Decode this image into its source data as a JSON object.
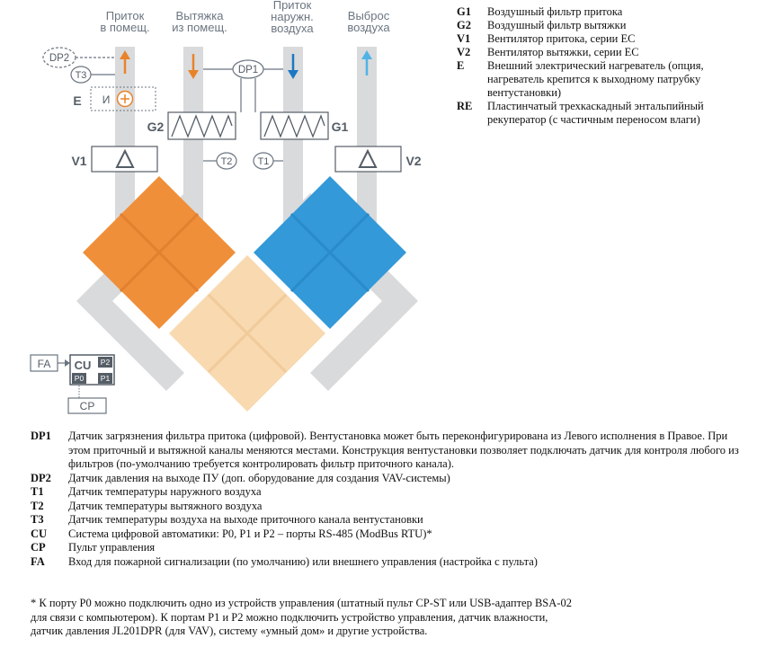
{
  "columns": {
    "supply_room": "Приток\nв помещ.",
    "exhaust_room": "Вытяжка\nиз помещ.",
    "outdoor_supply": "Приток\nнаружн.\nвоздуха",
    "discharge": "Выброс\nвоздуха"
  },
  "diagram_labels": {
    "dp2": "DP2",
    "dp1": "DP1",
    "t3": "T3",
    "t2": "T2",
    "t1": "T1",
    "e": "E",
    "heater_letter": "И",
    "g2": "G2",
    "g1": "G1",
    "v1": "V1",
    "v2": "V2",
    "fa": "FA",
    "cu": "CU",
    "p2": "P2",
    "p0": "P0",
    "p1": "P1",
    "cp": "CP"
  },
  "legend_top": [
    {
      "key": "G1",
      "desc": "Воздушный фильтр притока"
    },
    {
      "key": "G2",
      "desc": "Воздушный фильтр вытяжки"
    },
    {
      "key": "V1",
      "desc": "Вентилятор притока, серии ЕС"
    },
    {
      "key": "V2",
      "desc": "Вентилятор вытяжки, серии ЕС"
    },
    {
      "key": "E",
      "desc": "Внешний электрический нагреватель (опция, нагреватель крепится к выходному патрубку вентустановки)"
    },
    {
      "key": "RE",
      "desc": "Пластинчатый трехкаскадный энтальпийный рекуператор (с частичным переносом влаги)"
    }
  ],
  "legend_bottom": [
    {
      "key": "DP1",
      "desc": "Датчик загрязнения фильтра притока (цифровой). Вентустановка может быть переконфигурирована из Левого исполнения в Правое. При этом приточный и вытяжной каналы меняются местами. Конструкция вентустановки позволяет подключать датчик для контроля любого из фильтров (по-умолчанию требуется контролировать фильтр приточного канала)."
    },
    {
      "key": "DP2",
      "desc": "Датчик давления на выходе ПУ (доп. оборудование для создания VAV-системы)"
    },
    {
      "key": "T1",
      "desc": "Датчик температуры наружного воздуха"
    },
    {
      "key": "T2",
      "desc": "Датчик температуры вытяжного воздуха"
    },
    {
      "key": "T3",
      "desc": "Датчик температуры воздуха на выходе приточного канала вентустановки"
    },
    {
      "key": "CU",
      "desc": "Система цифровой автоматики: P0, P1 и P2 – порты RS-485 (ModBus RTU)*"
    },
    {
      "key": "CP",
      "desc": "Пульт управления"
    },
    {
      "key": "FA",
      "desc": "Вход для пожарной сигнализации (по умолчанию) или внешнего управления (настройка с пульта)"
    }
  ],
  "footnote": "* К порту P0 можно подключить одно из устройств управления (штатный пульт CP-ST или USB-адаптер BSA-02\n  для связи с компьютером). К портам P1 и P2 можно подключить устройство управления, датчик влажности,\n  датчик давления JL201DPR (для VAV), систему «умный дом» и другие устройства.",
  "colors": {
    "duct": "#d9dadb",
    "orange_block": "#ef8f3a",
    "blue_block": "#3399d8",
    "light_block": "#f8d9b0",
    "dark_gray": "#555d66",
    "label_gray": "#6b7580",
    "arrow_orange": "#e8832b",
    "arrow_blue_dark": "#1c78c2",
    "arrow_blue_light": "#4fb3e8"
  }
}
